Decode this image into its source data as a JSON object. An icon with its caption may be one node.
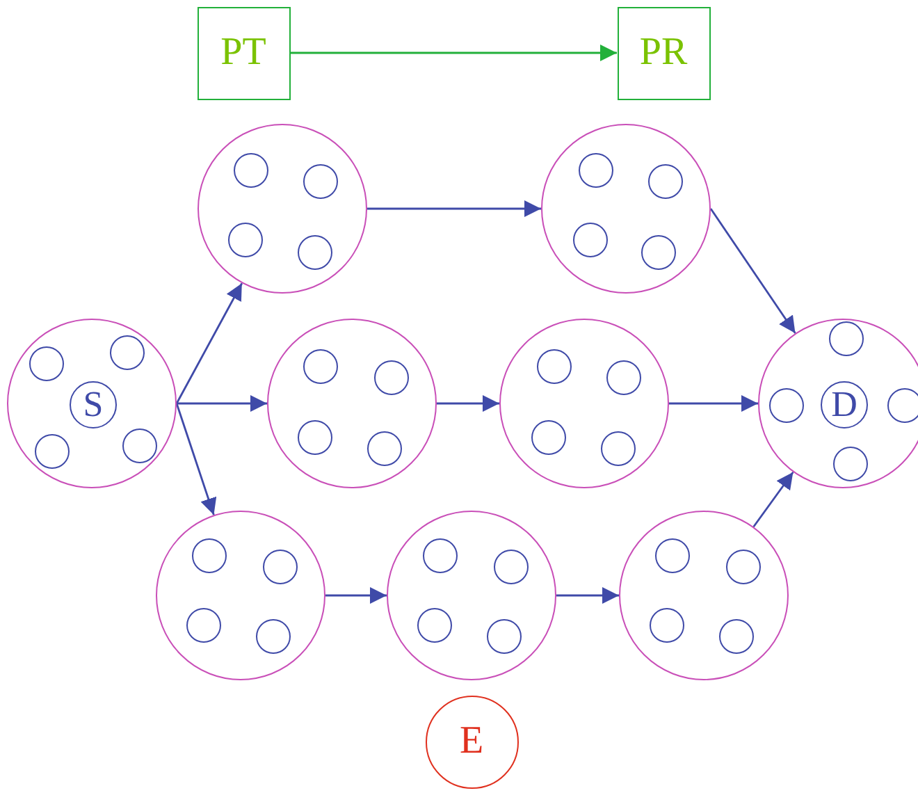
{
  "diagram": {
    "nodes": [
      {
        "text": [
          "PT"
        ]
      },
      {
        "text": [
          "PR"
        ]
      },
      {
        "text": [],
        "shape": "circle"
      },
      {
        "text": [],
        "shape": "circle",
        "in": 2
      },
      {
        "text": [],
        "shape": "circle",
        "in": 2
      },
      {
        "text": [],
        "shape": "circle",
        "in": 2
      },
      {
        "text": [],
        "shape": "circle",
        "in": 2
      },
      {
        "text": [],
        "shape": "circle"
      },
      {
        "text": [],
        "shape": "circle",
        "in": 7
      },
      {
        "text": [],
        "shape": "circle",
        "in": 7
      },
      {
        "text": [],
        "shape": "circle",
        "in": 7
      },
      {
        "text": [],
        "shape": "circle",
        "in": 7
      },
      {
        "text": [],
        "shape": "circle"
      },
      {
        "text": [],
        "shape": "circle",
        "in": 12
      },
      {
        "text": [],
        "shape": "circle",
        "in": 12
      },
      {
        "text": [
          "S"
        ],
        "in": 12
      },
      {
        "text": [],
        "shape": "circle",
        "in": 12
      },
      {
        "text": [],
        "shape": "circle",
        "in": 12
      },
      {
        "text": [],
        "shape": "circle"
      },
      {
        "text": [],
        "shape": "circle",
        "in": 18
      },
      {
        "text": [],
        "shape": "circle",
        "in": 18
      },
      {
        "text": [],
        "shape": "circle",
        "in": 18
      },
      {
        "text": [],
        "shape": "circle",
        "in": 18
      },
      {
        "text": [],
        "shape": "circle"
      },
      {
        "text": [],
        "shape": "circle",
        "in": 23
      },
      {
        "text": [],
        "shape": "circle",
        "in": 23
      },
      {
        "text": [],
        "shape": "circle",
        "in": 23
      },
      {
        "text": [],
        "shape": "circle",
        "in": 23
      },
      {
        "text": [],
        "shape": "circle"
      },
      {
        "text": [],
        "shape": "circle",
        "in": 28
      },
      {
        "text": [],
        "shape": "circle",
        "in": 28
      },
      {
        "text": [
          "D"
        ],
        "in": 28
      },
      {
        "text": [],
        "shape": "circle",
        "in": 28
      },
      {
        "text": [],
        "shape": "circle",
        "in": 28
      },
      {
        "text": [],
        "shape": "circle"
      },
      {
        "text": [],
        "shape": "circle",
        "in": 34
      },
      {
        "text": [],
        "shape": "circle",
        "in": 34
      },
      {
        "text": [],
        "shape": "circle",
        "in": 34
      },
      {
        "text": [],
        "shape": "circle",
        "in": 34
      },
      {
        "text": [],
        "shape": "circle"
      },
      {
        "text": [],
        "shape": "circle",
        "in": 39
      },
      {
        "text": [],
        "shape": "circle",
        "in": 39
      },
      {
        "text": [],
        "shape": "circle",
        "in": 39
      },
      {
        "text": [],
        "shape": "circle",
        "in": 39
      },
      {
        "text": [],
        "shape": "circle"
      },
      {
        "text": [],
        "shape": "circle",
        "in": 44
      },
      {
        "text": [],
        "shape": "circle",
        "in": 44
      },
      {
        "text": [],
        "shape": "circle",
        "in": 44
      },
      {
        "text": [],
        "shape": "circle",
        "in": 44
      },
      {
        "text": [
          "E"
        ]
      }
    ],
    "edges": [
      {
        "from": 0,
        "to": 1,
        "arrow": "to",
        "color": "#22b03a"
      },
      {
        "from": 12,
        "to": 2,
        "arrow": "to"
      },
      {
        "from": 12,
        "to": 18,
        "arrow": "to"
      },
      {
        "from": 12,
        "to": 34,
        "arrow": "to"
      },
      {
        "from": 2,
        "to": 7,
        "arrow": "to"
      },
      {
        "from": 7,
        "to": 28,
        "arrow": "to"
      },
      {
        "from": 18,
        "to": 23,
        "arrow": "to"
      },
      {
        "from": 23,
        "to": 28,
        "arrow": "to"
      },
      {
        "from": 34,
        "to": 39,
        "arrow": "to"
      },
      {
        "from": 39,
        "to": 44,
        "arrow": "to"
      },
      {
        "from": 44,
        "to": 28,
        "arrow": "to"
      }
    ]
  }
}
